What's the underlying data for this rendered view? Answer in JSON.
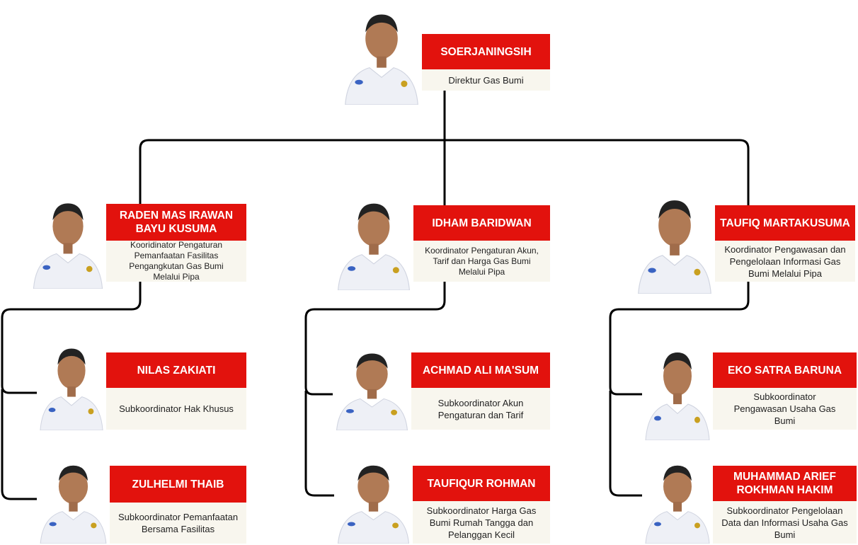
{
  "colors": {
    "name_bg": "#e2120d",
    "title_bg": "#f8f6ee",
    "line": "#000000"
  },
  "nodes": {
    "director": {
      "name": "SOERJANINGSIH",
      "title": "Direktur Gas Bumi",
      "photo": "person-photo"
    },
    "coord_left": {
      "name": "RADEN MAS IRAWAN BAYU KUSUMA",
      "title": "Kooridinator Pengaturan Pemanfaatan Fasilitas Pengangkutan Gas Bumi Melalui Pipa",
      "photo": "person-photo"
    },
    "coord_mid": {
      "name": "IDHAM BARIDWAN",
      "title": "Koordinator Pengaturan Akun, Tarif dan Harga Gas Bumi Melalui Pipa",
      "photo": "person-photo"
    },
    "coord_right": {
      "name": "TAUFIQ MARTAKUSUMA",
      "title": "Koordinator Pengawasan dan Pengelolaan Informasi Gas Bumi Melalui Pipa",
      "photo": "person-photo"
    },
    "sub_l1": {
      "name": "NILAS ZAKIATI",
      "title": "Subkoordinator Hak Khusus",
      "photo": "person-photo"
    },
    "sub_l2": {
      "name": "ZULHELMI THAIB",
      "title": "Subkoordinator Pemanfaatan Bersama Fasilitas",
      "photo": "person-photo"
    },
    "sub_m1": {
      "name": "ACHMAD ALI MA'SUM",
      "title": "Subkoordinator Akun Pengaturan dan Tarif",
      "photo": "person-photo"
    },
    "sub_m2": {
      "name": "TAUFIQUR ROHMAN",
      "title": "Subkoordinator Harga Gas Bumi Rumah Tangga dan Pelanggan Kecil",
      "photo": "person-photo"
    },
    "sub_r1": {
      "name": "EKO SATRA BARUNA",
      "title": "Subkoordinator Pengawasan Usaha Gas Bumi",
      "photo": "person-photo"
    },
    "sub_r2": {
      "name": "MUHAMMAD ARIEF ROKHMAN HAKIM",
      "title": "Subkoordinator Pengelolaan Data dan Informasi Usaha Gas Bumi",
      "photo": "person-photo"
    }
  }
}
